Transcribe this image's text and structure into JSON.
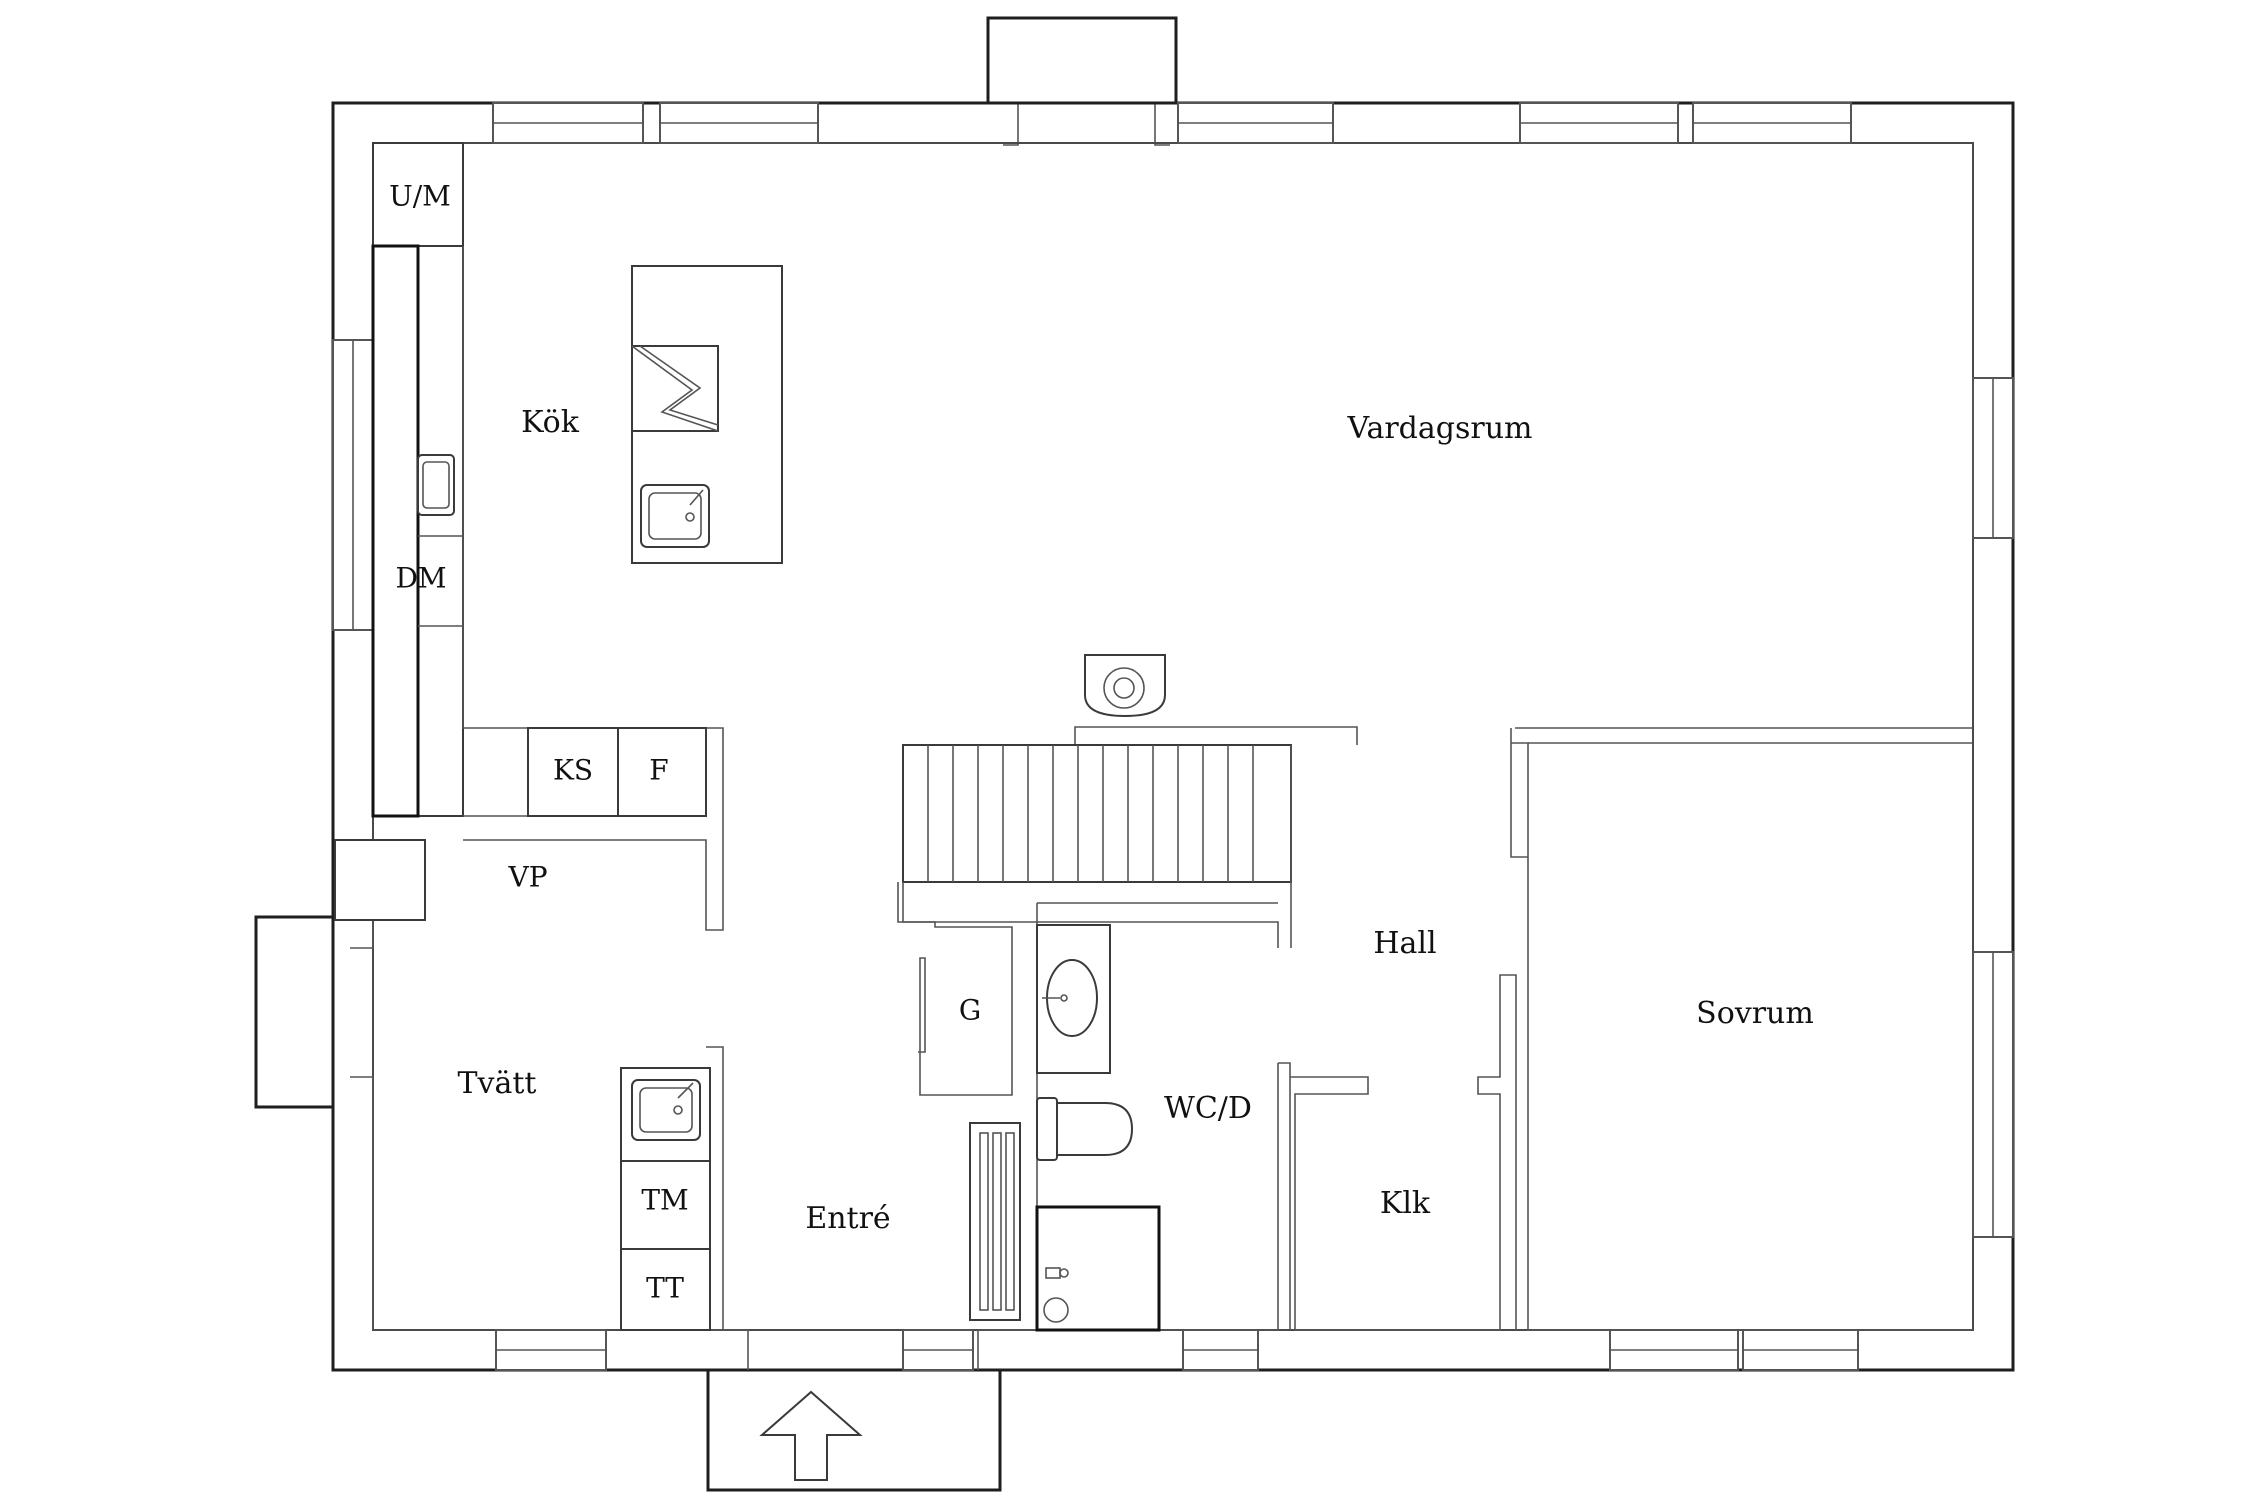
{
  "rooms": {
    "kitchen": "Kök",
    "living": "Vardagsrum",
    "hall": "Hall",
    "bedroom": "Sovrum",
    "laundry": "Tvätt",
    "entrance": "Entré",
    "wc": "WC/D",
    "closet": "Klk"
  },
  "fixtures": {
    "um": "U/M",
    "dm": "DM",
    "ks": "KS",
    "f": "F",
    "vp": "VP",
    "g": "G",
    "tm": "TM",
    "tt": "TT"
  },
  "colors": {
    "wall": "#1e1e1e",
    "line": "#555555",
    "background": "#ffffff"
  },
  "icons": [
    "entrance-arrow-icon",
    "sink-icon",
    "stove-icon",
    "toilet-icon",
    "fireplace-icon",
    "radiator-icon",
    "shower-icon"
  ]
}
